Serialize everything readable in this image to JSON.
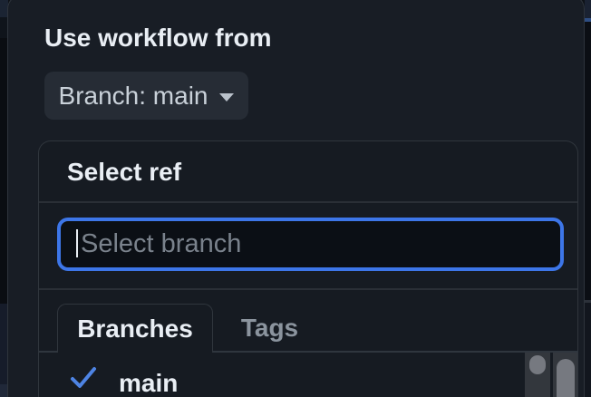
{
  "page": {
    "background": "#0d1117"
  },
  "modal": {
    "title": "Use workflow from",
    "background": "#181d25",
    "border_color": "#2e343c"
  },
  "branch_button": {
    "label": "Branch: main",
    "icon": "caret-down-icon",
    "background": "#262c35",
    "text_color": "#c9d1d9"
  },
  "ref_panel": {
    "title": "Select ref",
    "background": "#161b22",
    "border_color": "#30363d",
    "search": {
      "placeholder": "Select branch",
      "value": "",
      "focus_border_color": "#3d76e8"
    },
    "tabs": [
      {
        "label": "Branches",
        "active": true
      },
      {
        "label": "Tags",
        "active": false
      }
    ],
    "items": [
      {
        "label": "main",
        "selected": true
      }
    ],
    "check_color": "#4e84e4"
  },
  "scrollbars": {
    "track_color": "#33373d",
    "thumb_color": "#767980"
  }
}
